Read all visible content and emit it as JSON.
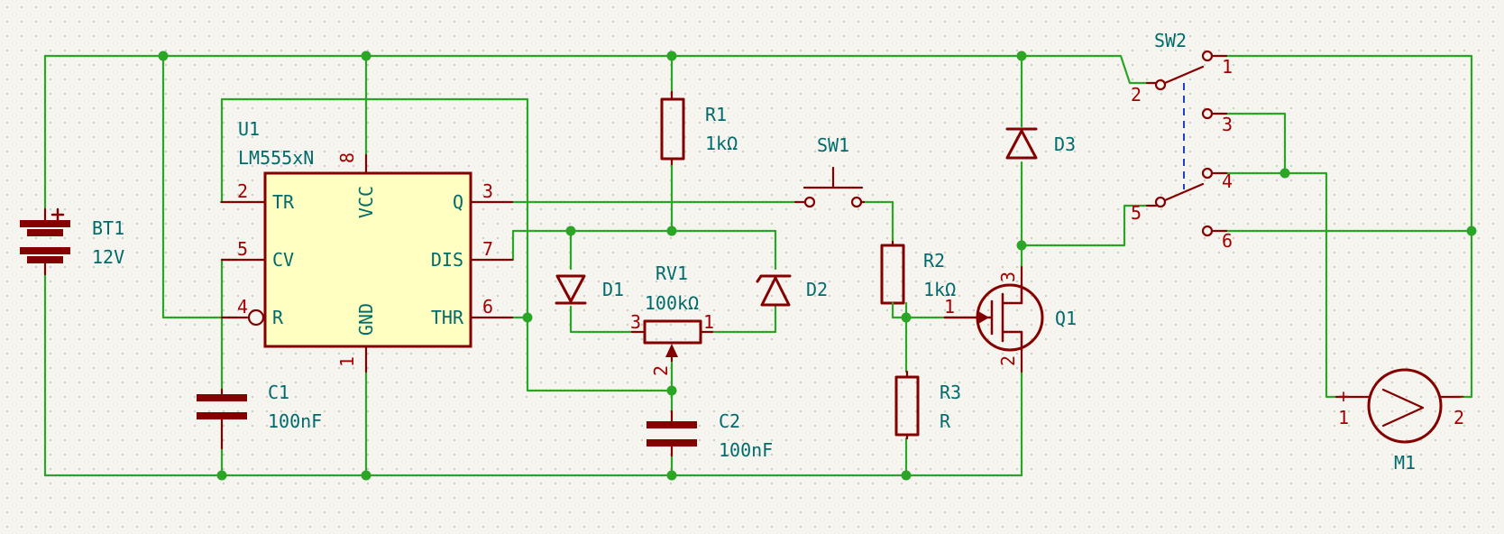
{
  "components": {
    "bt1": {
      "ref": "BT1",
      "value": "12V"
    },
    "u1": {
      "ref": "U1",
      "value": "LM555xN",
      "pins": [
        {
          "num": "2",
          "name": "TR"
        },
        {
          "num": "5",
          "name": "CV"
        },
        {
          "num": "4",
          "name": "R"
        },
        {
          "num": "8",
          "name": "VCC"
        },
        {
          "num": "1",
          "name": "GND"
        },
        {
          "num": "3",
          "name": "Q"
        },
        {
          "num": "7",
          "name": "DIS"
        },
        {
          "num": "6",
          "name": "THR"
        }
      ]
    },
    "c1": {
      "ref": "C1",
      "value": "100nF"
    },
    "r1": {
      "ref": "R1",
      "value": "1kΩ"
    },
    "rv1": {
      "ref": "RV1",
      "value": "100kΩ",
      "pins": [
        "3",
        "1",
        "2"
      ]
    },
    "d1": {
      "ref": "D1"
    },
    "d2": {
      "ref": "D2"
    },
    "c2": {
      "ref": "C2",
      "value": "100nF"
    },
    "sw1": {
      "ref": "SW1"
    },
    "r2": {
      "ref": "R2",
      "value": "1kΩ"
    },
    "r3": {
      "ref": "R3",
      "value": "R"
    },
    "q1": {
      "ref": "Q1",
      "pins": [
        "1",
        "3",
        "2"
      ]
    },
    "d3": {
      "ref": "D3"
    },
    "sw2": {
      "ref": "SW2",
      "pins": [
        "1",
        "2",
        "3",
        "4",
        "5",
        "6"
      ]
    },
    "m1": {
      "ref": "M1",
      "pins": [
        "1",
        "2"
      ],
      "plus": "+",
      "minus": "−"
    }
  },
  "colors": {
    "wire": "#2aa526",
    "symbol": "#840000",
    "pin_number": "#a40000",
    "label": "#006b6b",
    "ic_fill": "#ffffc2",
    "background": "#f5f4ef",
    "mechanical_link": "#1f3fd0"
  }
}
